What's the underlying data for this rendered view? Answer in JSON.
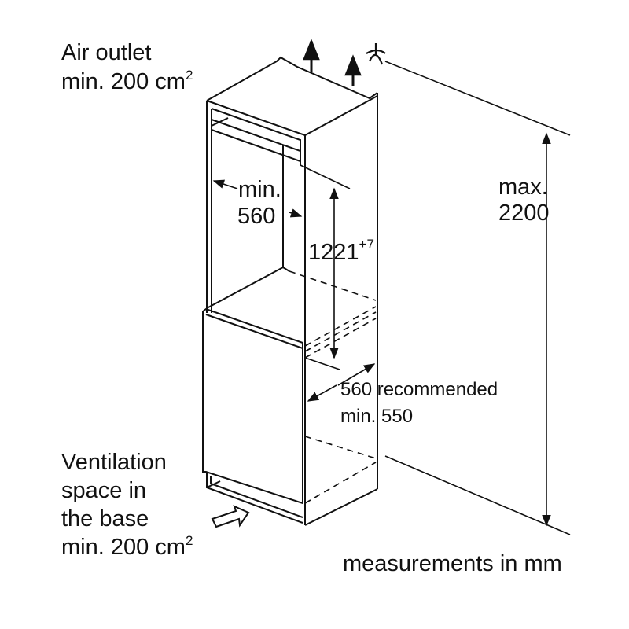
{
  "labels": {
    "air_outlet_line1": "Air outlet",
    "air_outlet_line2": "min. 200 cm",
    "air_outlet_sup": "2",
    "niche_width_line1": "min.",
    "niche_width_line2": "560",
    "niche_height": "1221",
    "niche_height_tol": "+7",
    "max_height_line1": "max.",
    "max_height_line2": "2200",
    "depth_line1": "560 recommended",
    "depth_line2": "min. 550",
    "vent_line1": "Ventilation",
    "vent_line2": "space in",
    "vent_line3": "the base",
    "vent_line4": "min. 200 cm",
    "vent_sup": "2",
    "units_note": "measurements in mm"
  },
  "colors": {
    "line": "#111111",
    "background": "#ffffff"
  }
}
